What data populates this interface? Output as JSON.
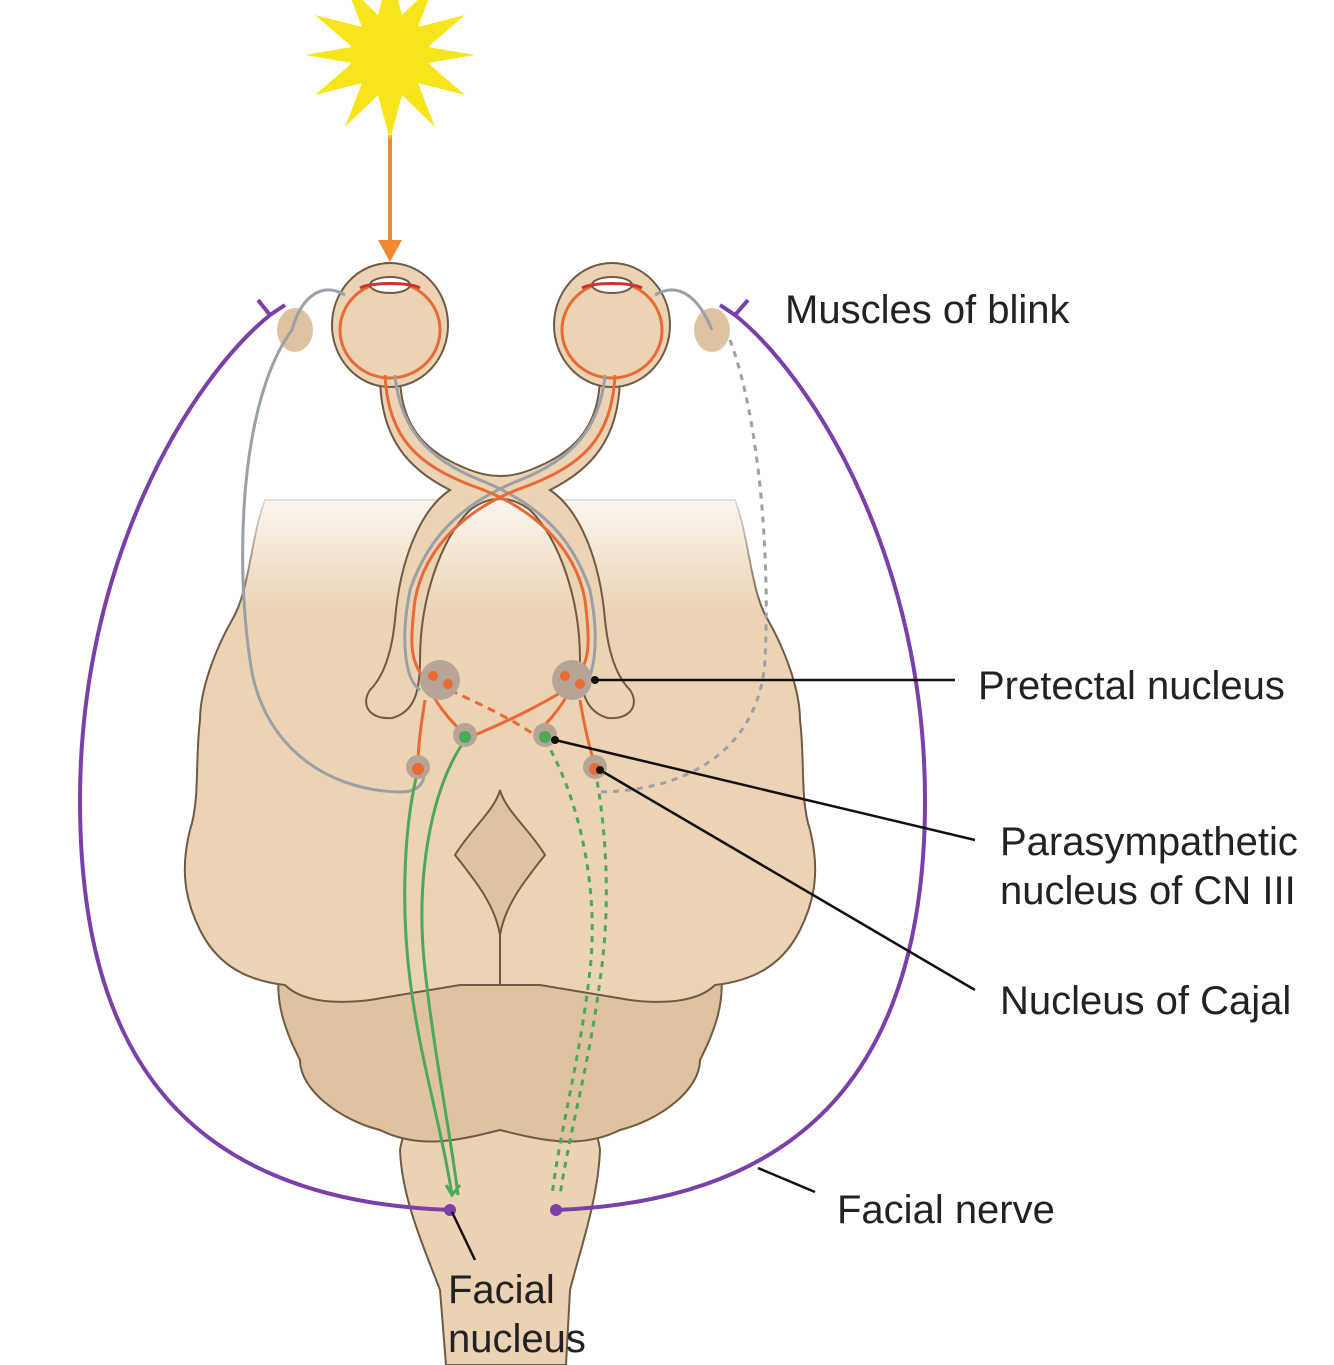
{
  "labels": {
    "muscles_of_blink": "Muscles of blink",
    "pretectal_nucleus": "Pretectal nucleus",
    "parasympathetic_nucleus_line1": "Parasympathetic",
    "parasympathetic_nucleus_line2": "nucleus of CN III",
    "nucleus_of_cajal": "Nucleus of Cajal",
    "facial_nerve": "Facial nerve",
    "facial_nucleus_line1": "Facial",
    "facial_nucleus_line2": "nucleus"
  },
  "colors": {
    "light_stimulus": "#f0892f",
    "retinal_pathway": "#ea6a36",
    "optic_nerve_gray": "#9aa0a6",
    "facial_nerve": "#7b3fa8",
    "premotor_green": "#4ea85a",
    "sun": "#f7e51c",
    "brain_fill": "#ecd3b4",
    "brain_fill_dark": "#dfc3a0",
    "brain_outline": "#6f5a44"
  },
  "icons": {
    "sun": "sun-icon",
    "eyes": "eyeball-icon"
  }
}
